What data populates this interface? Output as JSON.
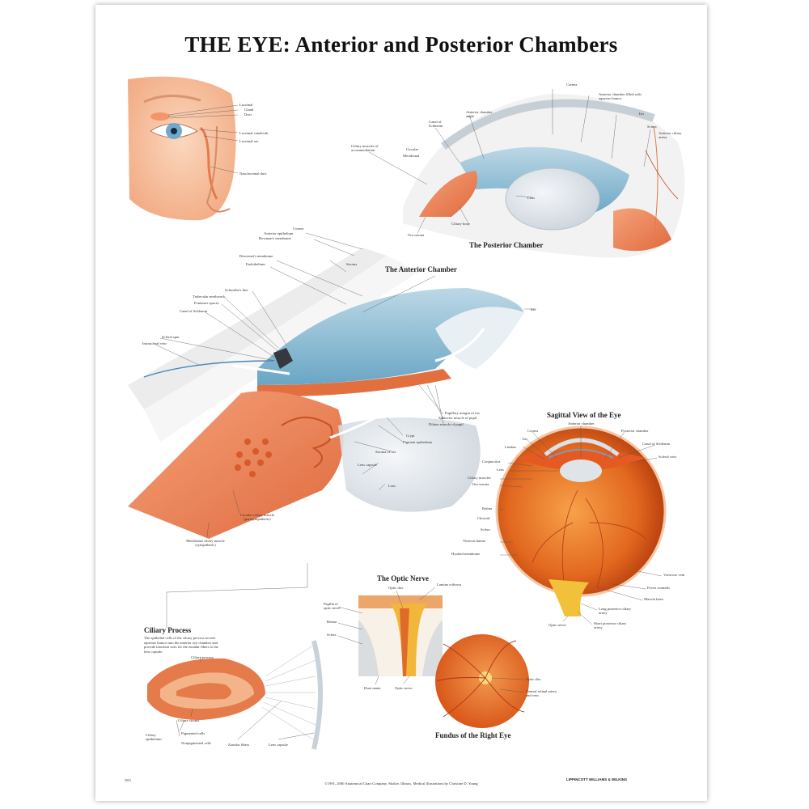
{
  "title": "THE EYE: Anterior and Posterior Chambers",
  "panels": {
    "anterior_chamber": "The Anterior Chamber",
    "posterior_chamber": "The Posterior Chamber",
    "sagittal": "Sagittal View of the Eye",
    "optic_nerve": "The Optic Nerve",
    "fundus": "Fundus of the Right Eye",
    "ciliary_process": "Ciliary Process"
  },
  "ciliary_process_desc": "The epithelial cells of the ciliary process secrete aqueous humor into the anterior eye chamber and provide insertion sites for the zonular fibers to the lens capsule.",
  "labels": {
    "face": [
      "Lacrimal",
      "Gland",
      "Duct",
      "Lacrimal canaliculi",
      "Lacrimal sac",
      "Nasolacrimal duct"
    ],
    "posterior": [
      "Cornea",
      "Anterior chamber filled with aqueous humor",
      "Iris",
      "Canal of Schlemm",
      "Anterior chamber angle",
      "Sclera",
      "Anterior ciliary artery",
      "Ciliary muscles of accommodation",
      "Circular",
      "Meridional",
      "Lens",
      "Ciliary body",
      "Ora serrata"
    ],
    "anterior": [
      "Cornea",
      "Anterior epithelium",
      "Bowman's membrane",
      "Stroma",
      "Descemet's membrane",
      "Endothelium",
      "Schwalbe's line",
      "Trabecular meshwork",
      "Fontana's spaces",
      "Canal of Schlemm",
      "Scleral spur",
      "Intrascleral vein",
      "Iris",
      "Pupillary margin of iris",
      "Sphincter muscle of pupil",
      "Dilator muscle of pupil",
      "Crypt",
      "Pigment epithelium",
      "Stroma of iris",
      "Lens capsule",
      "Lens",
      "Circular ciliary muscle (parasympathetic)",
      "Meridional ciliary muscle (sympathetic)"
    ],
    "sagittal": [
      "Anterior chamber",
      "Cornea",
      "Posterior chamber",
      "Iris",
      "Canal of Schlemm",
      "Limbus",
      "Scleral vein",
      "Conjunctiva",
      "Lens",
      "Ciliary muscles",
      "Ora serrata",
      "Retina",
      "Choroid",
      "Sclera",
      "Vitreous humor",
      "Hyaloid membrane",
      "Vorticose vein",
      "Fovea centralis",
      "Macula lutea",
      "Long posterior ciliary artery",
      "Short posterior ciliary artery",
      "Optic nerve"
    ],
    "optic": [
      "Optic disc",
      "Lamina cribrosa",
      "Papilla of optic nerve",
      "Retina",
      "Sclera",
      "Dura mater",
      "Optic nerve"
    ],
    "fundus": [
      "Optic disc",
      "Central retinal artery and vein"
    ],
    "ciliary": [
      "Ciliary process",
      "Ciliary stroma",
      "Pigmented cells",
      "Nonpigmented cells",
      "Ciliary epithelium",
      "Zonular fibers",
      "Lens capsule"
    ]
  },
  "footer": "©1991, 2000 Anatomical Chart Company, Skokie, Illinois. Medical illustrations by Christine D. Young",
  "catalog_number": "9892",
  "logo_text": "LIPPINCOTT WILLIAMS & WILKINS"
}
